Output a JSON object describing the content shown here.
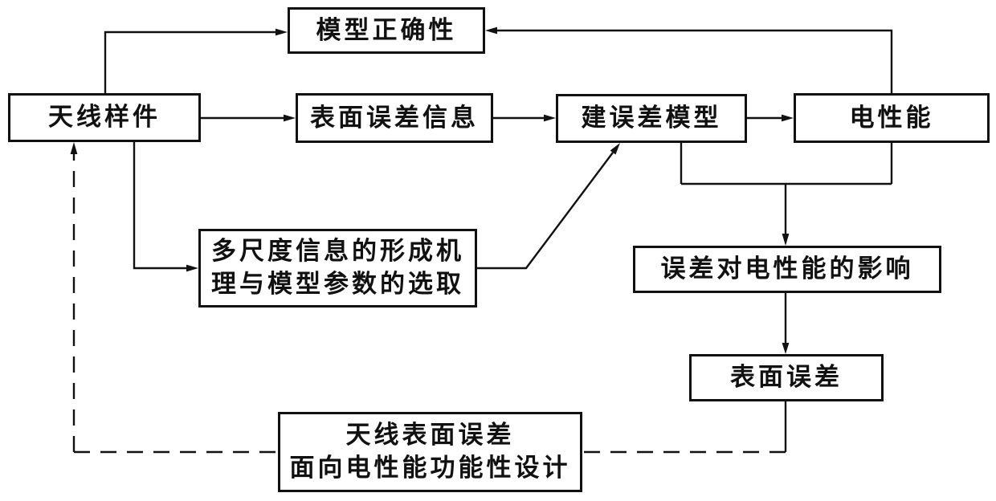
{
  "colors": {
    "background": "#ffffff",
    "line": "#111111",
    "text": "#111111"
  },
  "nodes": {
    "model_correctness": {
      "label": "模型正确性"
    },
    "antenna_sample": {
      "label": "天线样件"
    },
    "surface_error_info": {
      "label": "表面误差信息"
    },
    "build_error_model": {
      "label": "建误差模型"
    },
    "electrical_performance": {
      "label": "电性能"
    },
    "multiscale_mechanism": {
      "line1": "多尺度信息的形成机",
      "line2": "理与模型参数的选取"
    },
    "error_influence": {
      "label": "误差对电性能的影响"
    },
    "surface_error": {
      "label": "表面误差"
    },
    "functional_design": {
      "line1": "天线表面误差",
      "line2": "面向电性能功能性设计"
    }
  },
  "edges": [
    {
      "from": "antenna_sample",
      "to": "model_correctness",
      "style": "solid",
      "arrow": true
    },
    {
      "from": "electrical_performance",
      "to": "model_correctness",
      "style": "solid",
      "arrow": true
    },
    {
      "from": "antenna_sample",
      "to": "surface_error_info",
      "style": "solid",
      "arrow": true
    },
    {
      "from": "surface_error_info",
      "to": "build_error_model",
      "style": "solid",
      "arrow": true
    },
    {
      "from": "build_error_model",
      "to": "electrical_performance",
      "style": "solid",
      "arrow": true
    },
    {
      "from": "antenna_sample",
      "to": "multiscale_mechanism",
      "style": "solid",
      "arrow": true
    },
    {
      "from": "multiscale_mechanism",
      "to": "build_error_model",
      "style": "solid",
      "arrow": true
    },
    {
      "from": "build_error_model+electrical_performance",
      "to": "error_influence",
      "style": "solid",
      "arrow": true
    },
    {
      "from": "error_influence",
      "to": "surface_error",
      "style": "solid",
      "arrow": true
    },
    {
      "from": "surface_error",
      "to": "functional_design",
      "style": "dashed",
      "arrow": false
    },
    {
      "from": "functional_design",
      "to": "antenna_sample",
      "style": "dashed",
      "arrow": true
    }
  ]
}
